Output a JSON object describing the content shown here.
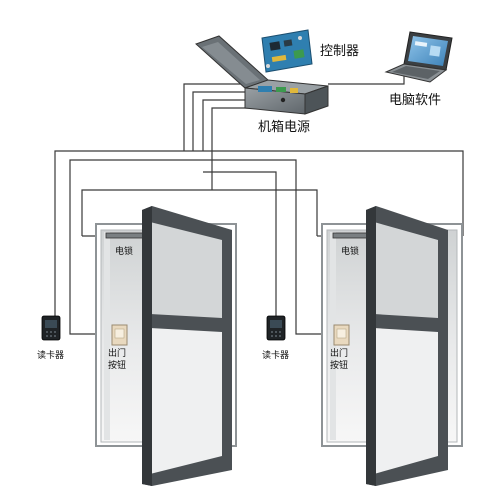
{
  "labels": {
    "controller": "控制器",
    "chassis_power": "机箱电源",
    "pc_software": "电脑软件",
    "electric_lock_left": "电锁",
    "electric_lock_right": "电锁",
    "card_reader_left": "读卡器",
    "card_reader_right": "读卡器",
    "exit_button_left": "出门按钮",
    "exit_button_right": "出门按钮"
  },
  "colors": {
    "wire": "#3a3a3a",
    "door_frame": "#555a5e",
    "wall": "#b8bcbe",
    "glass_top": "#d5d7d8",
    "glass_bottom": "#f4f5f5",
    "controller_board": "#2f7fb0",
    "laptop_screen": "#5aa0d2"
  },
  "icons": {
    "controller": "circuit-board-icon",
    "chassis": "power-box-icon",
    "computer": "laptop-icon",
    "card_reader": "card-reader-icon",
    "exit_button": "exit-button-icon",
    "lock": "electric-lock-icon"
  }
}
